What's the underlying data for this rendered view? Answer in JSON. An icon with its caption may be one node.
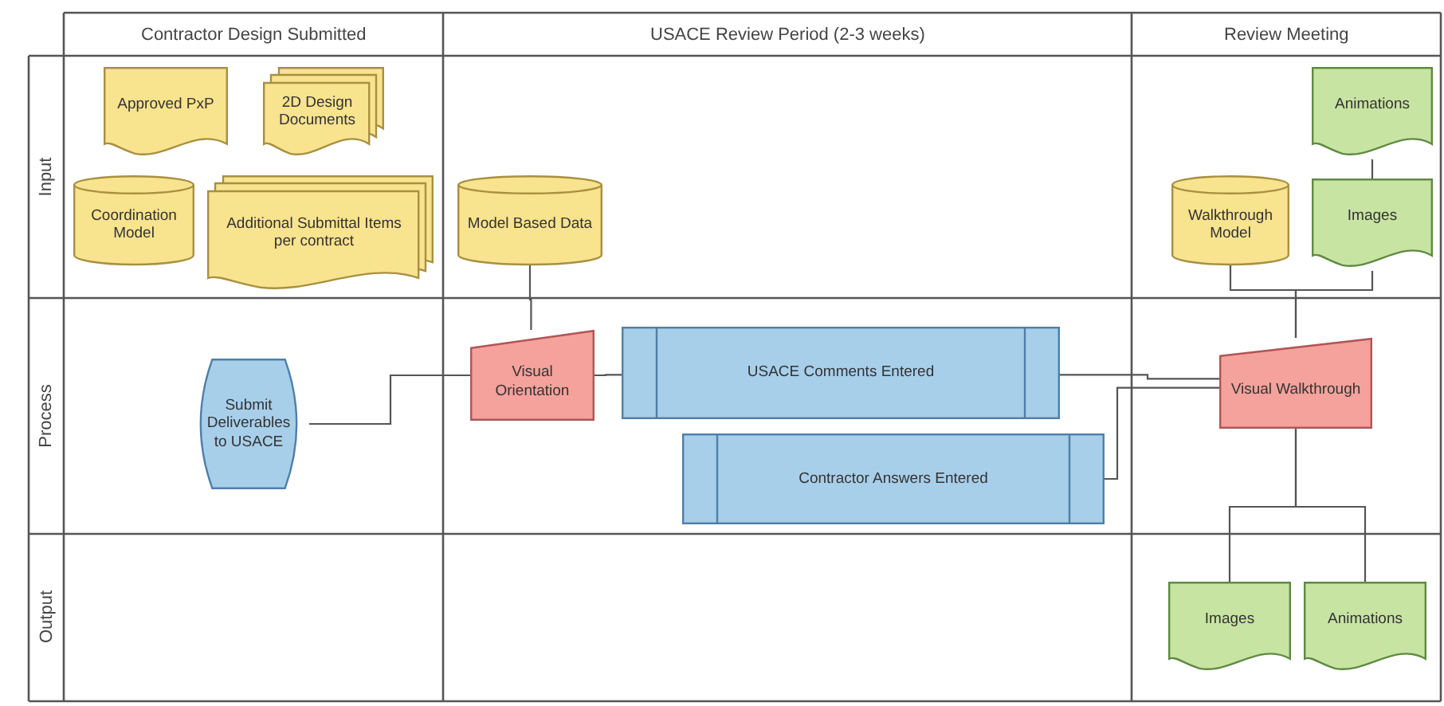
{
  "diagram": {
    "nodes": [
      {
        "text": [
          "Approved PxP"
        ]
      },
      {
        "text": [
          "2D Design Documents"
        ]
      },
      {
        "text": [
          "Coordination Model"
        ]
      },
      {
        "text": [
          "Additional Submittal Items per contract"
        ]
      },
      {
        "text": [
          "Model Based Data"
        ]
      },
      {
        "text": [
          "Animations"
        ]
      },
      {
        "text": [
          "Walkthrough Model"
        ]
      },
      {
        "text": [
          "Images"
        ]
      },
      {
        "text": [
          "Submit Deliverables to USACE"
        ]
      },
      {
        "text": [
          "Visual Orientation"
        ]
      },
      {
        "text": [
          "USACE Comments Entered"
        ]
      },
      {
        "text": [
          "Contractor Answers Entered"
        ]
      },
      {
        "text": [
          "Visual Walkthrough"
        ]
      },
      {
        "text": [
          "Images"
        ]
      },
      {
        "text": [
          "Animations"
        ]
      }
    ],
    "edges": [
      {
        "from": 8,
        "to": 9,
        "arrow": "none"
      },
      {
        "from": 4,
        "to": 9,
        "arrow": "none"
      },
      {
        "from": 9,
        "to": 10,
        "arrow": "none"
      },
      {
        "from": 10,
        "to": 12,
        "arrow": "none"
      },
      {
        "from": 11,
        "to": 12,
        "arrow": "none"
      },
      {
        "from": 5,
        "to": 7,
        "arrow": "none"
      },
      {
        "from": 6,
        "to": 12,
        "arrow": "none"
      },
      {
        "from": 7,
        "to": 12,
        "arrow": "none"
      },
      {
        "from": 12,
        "to": 13,
        "arrow": "none"
      },
      {
        "from": 12,
        "to": 14,
        "arrow": "none"
      }
    ],
    "labels": [
      "Contractor Design Submitted",
      "USACE Review Period (2-3 weeks)",
      "Review Meeting",
      "Input",
      "Process",
      "Output"
    ]
  }
}
